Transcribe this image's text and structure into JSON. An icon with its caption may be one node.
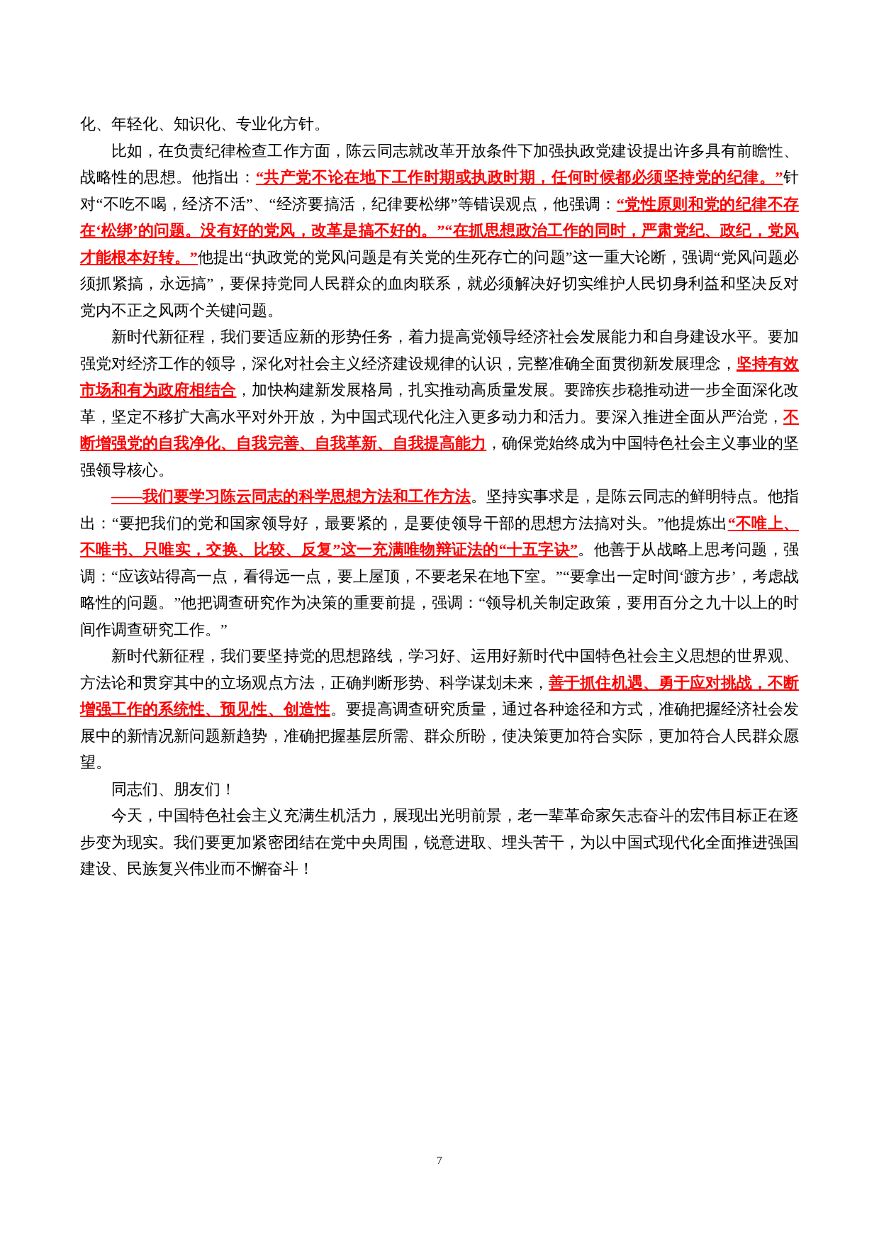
{
  "diagram": {
    "labels": [
      "化、年轻化、知识化、专业化方针。",
      "比如，在负责纪律检查工作方面，陈云同志就改革开放条件下加强执政党建设提出许多具有前瞻性、战略性的思想。他指出：**“共产党不论在地下工作时期或执政时期，任何时候都必须坚持党的纪律。”**针对“不吃不喝，经济不活”、“经济要搞活，纪律要松绑”等错误观点，他强调：**“党性原则和党的纪律不存在‘松绑’的问题。没有好的党风，改革是搞不好的。”“在抓思想政治工作的同时，严肃党纪、政纪，党风才能根本好转。”**他提出“执政党的党风问题是有关党的生死存亡的问题”这一重大论断，强调“党风问题必须抓紧搞，永远搞”，要保持党同人民群众的血肉联系，就必须解决好切实维护人民切身利益和坚决反对党内不正之风两个关键问题。",
      "新时代新征程，我们要适应新的形势任务，着力提高党领导经济社会发展能力和自身建设水平。要加强党对经济工作的领导，深化对社会主义经济建设规律的认识，完整准确全面贯彻新发展理念，**坚持有效市场和有为政府相结合**，加快构建新发展格局，扎实推动高质量发展。要蹄疾步稳推动进一步全面深化改革，坚定不移扩大高水平对外开放，为中国式现代化注入更多动力和活力。要深入推进全面从严治党，**不断增强党的自我净化、自我完善、自我革新、自我提高能力**，确保党始终成为中国特色社会主义事业的坚强领导核心。",
      "**——我们要学习陈云同志的科学思想方法和工作方法**。坚持实事求是，是陈云同志的鲜明特点。他指出：“要把我们的党和国家领导好，最要紧的，是要使领导干部的思想方法搞对头。”他提炼出**“不唯上、不唯书、只唯实，交换、比较、反复”这一充满唯物辩证法的“十五字诀”**。他善于从战略上思考问题，强调：“应该站得高一点，看得远一点，要上屋顶，不要老呆在地下室。”“要拿出一定时间‘踱方步’，考虑战略性的问题。”他把调查研究作为决策的重要前提，强调：“领导机关制定政策，要用百分之九十以上的时间作调查研究工作。”",
      "新时代新征程，我们要坚持党的思想路线，学习好、运用好新时代中国特色社会主义思想的世界观、方法论和贯穿其中的立场观点方法，正确判断形势、科学谋划未来，**善于抓住机遇、勇于应对挑战，不断增强工作的系统性、预见性、创造性**。要提高调查研究质量，通过各种途径和方式，准确把握经济社会发展中的新情况新问题新趋势，准确把握基层所需、群众所盼，使决策更加符合实际，更加符合人民群众愿望。",
      "同志们、朋友们！",
      "今天，中国特色社会主义充满生机活力，展现出光明前景，老一辈革命家矢志奋斗的宏伟目标正在逐步变为现实。我们要更加紧密团结在党中央周围，锐意进取、埋头苦干，为以中国式现代化全面推进强国建设、民族复兴伟业而不懈奋斗！",
      "7"
    ]
  }
}
